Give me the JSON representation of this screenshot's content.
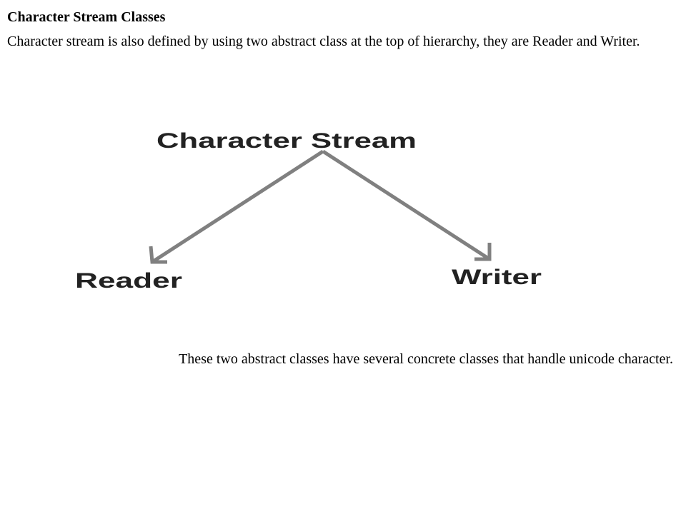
{
  "heading": "Character Stream Classes",
  "intro": "Character stream is also defined by using two abstract class at the top of hierarchy, they are Reader and Writer.",
  "diagram": {
    "root": "Character Stream",
    "children": [
      "Reader",
      "Writer"
    ],
    "colors": {
      "arrow": "#808080",
      "label": "#222222"
    }
  },
  "footer_note": "These two abstract classes have several concrete classes that handle unicode character."
}
